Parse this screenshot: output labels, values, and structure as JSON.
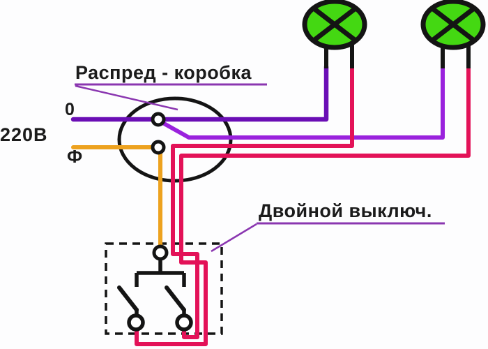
{
  "annotations": {
    "distribution_box_label": "Распред - коробка",
    "double_switch_label": "Двойной выключ."
  },
  "supply": {
    "voltage_label": "220В",
    "neutral_label": "0",
    "phase_label": "Ф"
  },
  "components": {
    "lamps": [
      "lamp-1",
      "lamp-2"
    ],
    "distribution_box": "junction-box-circle",
    "double_switch": "two-gang-switch-in-dashed-box"
  },
  "colors": {
    "background": "#fdfdfe",
    "text": "#1b1b1b",
    "neutral_wire": "#6a0eb5",
    "lamp2_neutral_wire": "#9a22dd",
    "switched_wire": "#e31258",
    "phase_wire": "#eda21f",
    "lamp_fill": "#44d812",
    "line_black": "#141414",
    "annotation": "#8a36b0"
  }
}
